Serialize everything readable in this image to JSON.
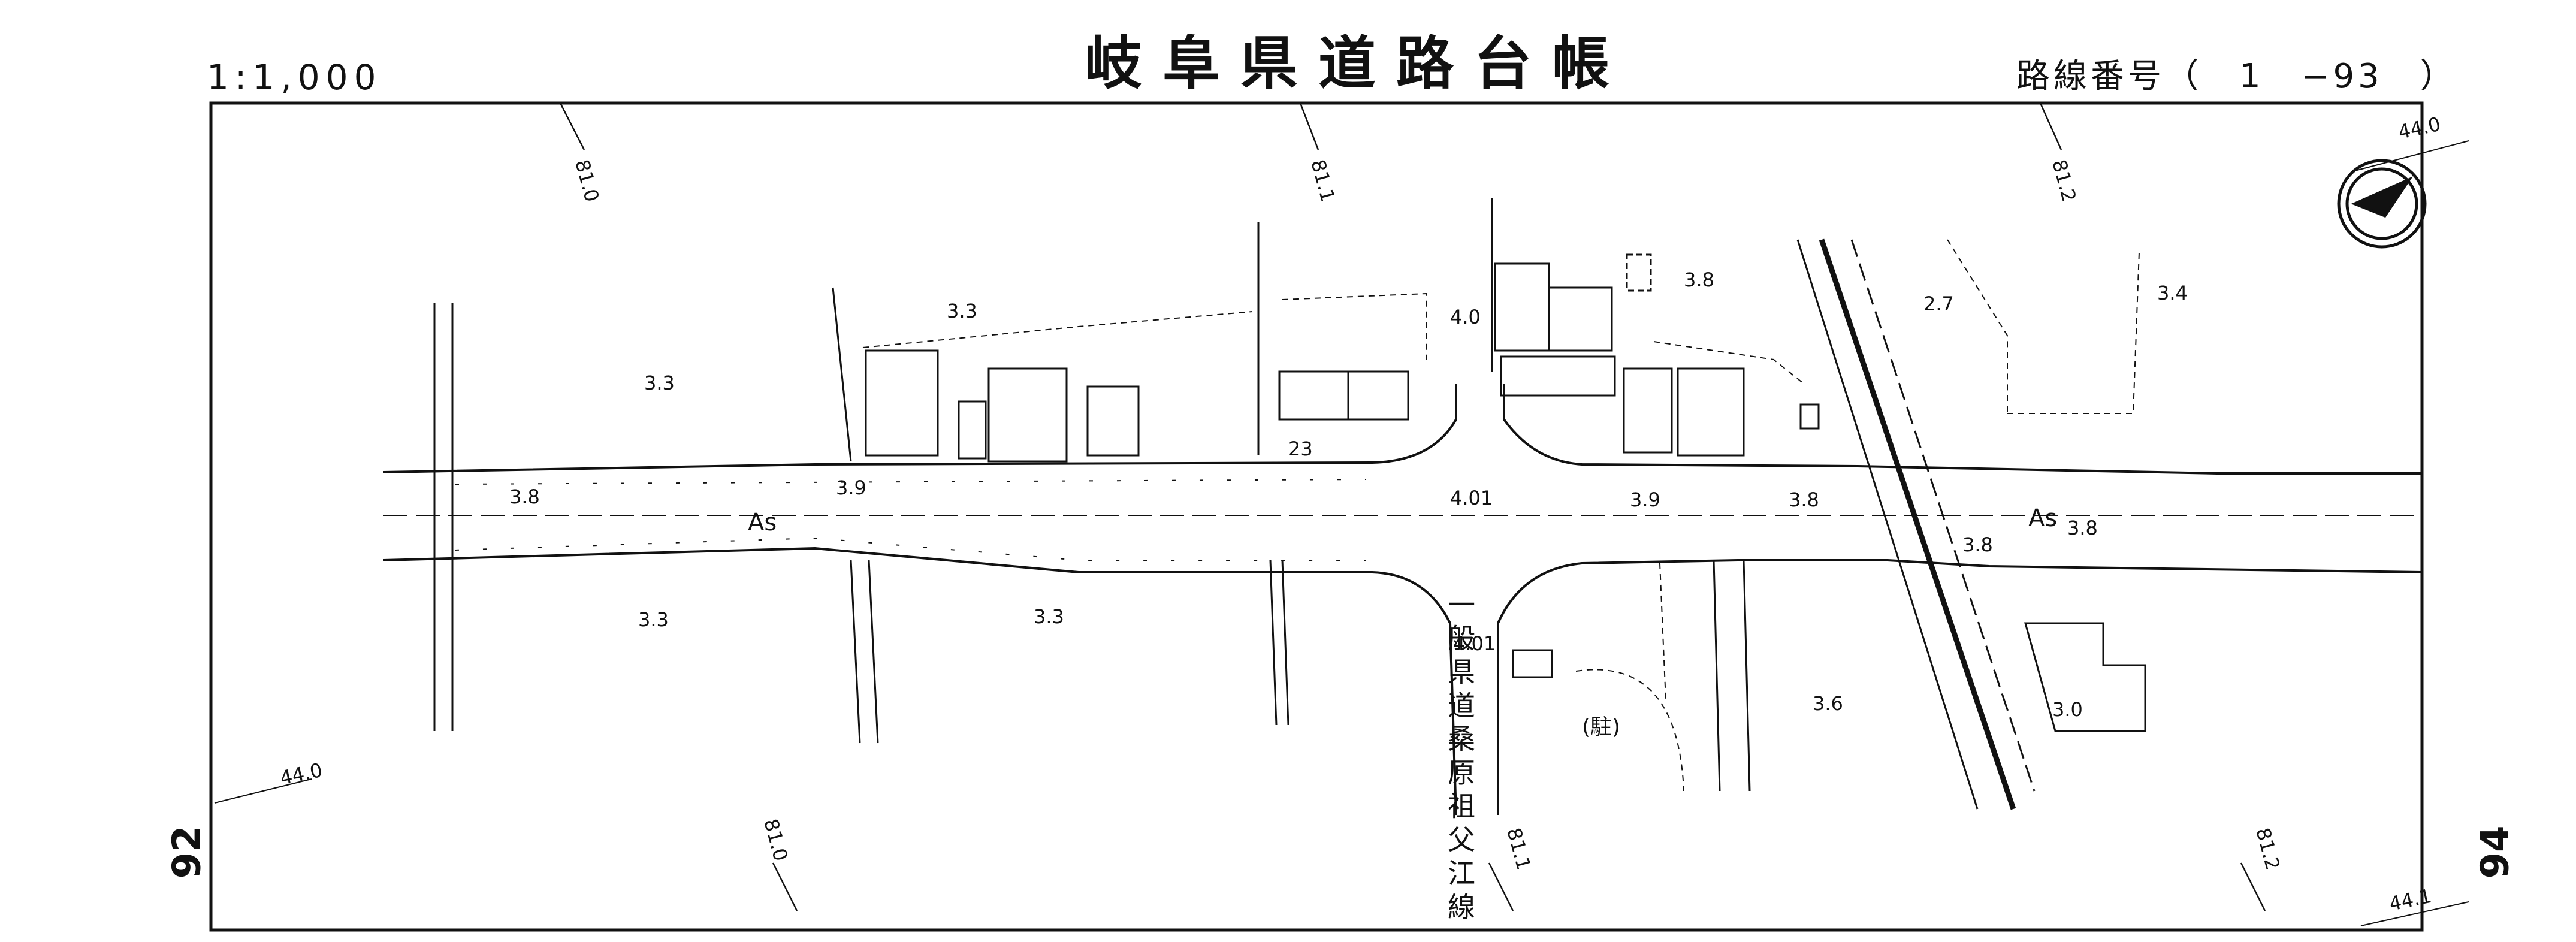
{
  "header": {
    "scale": "1:1,000",
    "title": "岐阜県道路台帳",
    "route_number_label": "路線番号（　1　−93　）"
  },
  "edge_labels": {
    "left": "92",
    "right": "94"
  },
  "chainage_labels": [
    "81.0",
    "81.1",
    "81.2",
    "81.0",
    "81.1",
    "81.2"
  ],
  "contour_labels": [
    "44.0",
    "44.0",
    "44.1"
  ],
  "road": {
    "surface_label": "As",
    "surface_label_east": "As",
    "cross_road_name": "一般県道桑原祖父江線",
    "parking_label": "(駐)"
  },
  "widths": {
    "w1": "3.8",
    "w2": "3.9",
    "w3": "4.01",
    "w4": "3.9",
    "w5": "3.8",
    "w6": "3.8",
    "w7": "3.8",
    "w8": "4.0",
    "w9": "4.01"
  },
  "elevations": {
    "e1": "3.3",
    "e2": "3.3",
    "e3": "3.3",
    "e4": "3.3",
    "e5": "3.8",
    "e6": "2.7",
    "e7": "3.4",
    "e8": "3.6",
    "e9": "3.0",
    "e10": "23"
  }
}
